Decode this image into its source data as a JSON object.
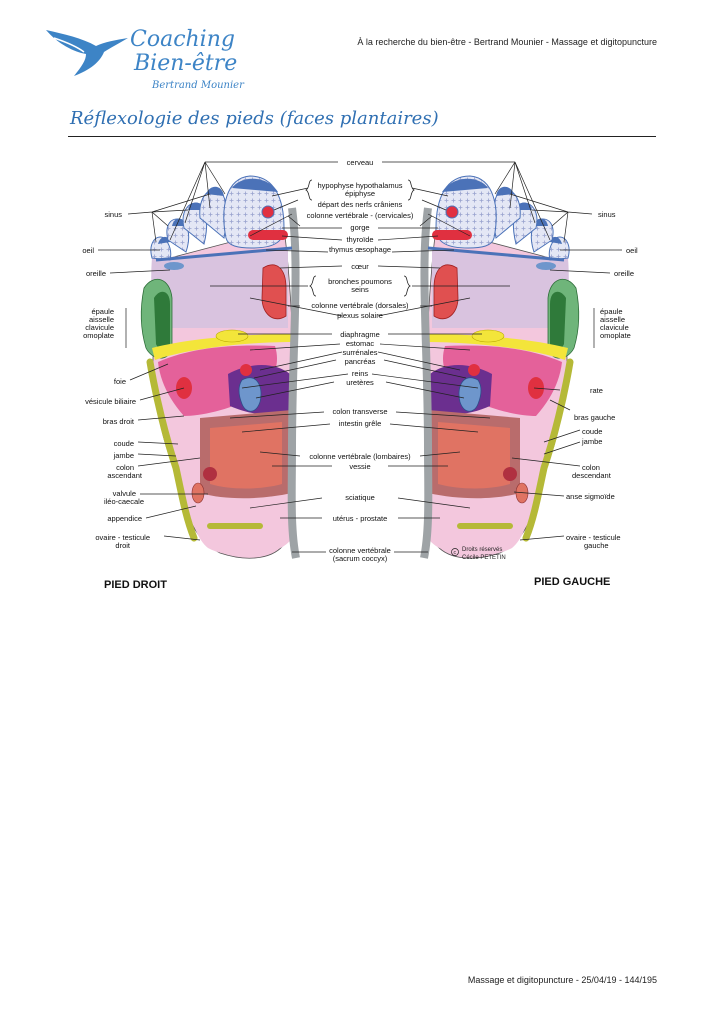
{
  "header": {
    "logo_line1": "Coaching",
    "logo_line2": "Bien-être",
    "logo_sub": "Bertrand Mounier",
    "running_head": "À la recherche du bien-être - Bertrand Mounier - Massage et digitopuncture"
  },
  "page_title": "Réflexologie des pieds (faces plantaires)",
  "diagram": {
    "center_labels": {
      "cerveau": "cerveau",
      "hypophyse": "hypophyse hypothalamus",
      "epiphyse": "épiphyse",
      "nerfs": "départ des nerfs crâniens",
      "cervicales": "colonne vertébrale - (cervicales)",
      "gorge": "gorge",
      "thyroide": "thyroïde",
      "thymus": "thymus œsophage",
      "coeur": "cœur",
      "bronches": "bronches poumons",
      "seins": "seins",
      "dorsales": "colonne vertébrale (dorsales)",
      "plexus": "plexus solaire",
      "diaphragme": "diaphragme",
      "estomac": "estomac",
      "surrenales": "surrénales",
      "pancreas": "pancréas",
      "reins": "reins",
      "ureteres": "uretères",
      "colon_transverse": "colon transverse",
      "intestin": "intestin grêle",
      "lombaires": "colonne vertébrale (lombaires)",
      "vessie": "vessie",
      "sciatique": "sciatique",
      "uterus": "utérus - prostate",
      "sacrum1": "colonne vertébrale",
      "sacrum2": "(sacrum coccyx)"
    },
    "left_labels": {
      "sinus": "sinus",
      "oeil": "oeil",
      "oreille": "oreille",
      "epaule1": "épaule",
      "epaule2": "aisselle",
      "epaule3": "clavicule",
      "epaule4": "omoplate",
      "foie": "foie",
      "vesicule": "vésicule biliaire",
      "bras": "bras droit",
      "coude": "coude",
      "jambe": "jambe",
      "colon1": "colon",
      "colon2": "ascendant",
      "valvule1": "valvule",
      "valvule2": "iléo-caecale",
      "appendice": "appendice",
      "ovaire1": "ovaire - testicule",
      "ovaire2": "droit"
    },
    "right_labels": {
      "sinus": "sinus",
      "oeil": "oeil",
      "oreille": "oreille",
      "epaule1": "épaule",
      "epaule2": "aisselle",
      "epaule3": "clavicule",
      "epaule4": "omoplate",
      "rate": "rate",
      "bras": "bras gauche",
      "coude": "coude",
      "jambe": "jambe",
      "colon1": "colon",
      "colon2": "descendant",
      "anse": "anse sigmoïde",
      "ovaire1": "ovaire - testicule",
      "ovaire2": "gauche"
    },
    "copyright1": "Droits réservés",
    "copyright2": "Cécile PETETIN",
    "foot_left": "PIED DROIT",
    "foot_right": "PIED GAUCHE",
    "colors": {
      "toe_blue": "#4b72b8",
      "toe_dots": "#e4e7f5",
      "lung_lavender": "#d9c3df",
      "heart_red": "#e05050",
      "liver_pink": "#e4619a",
      "kidney_blue": "#6e96cc",
      "spleen_purple": "#6b2f8f",
      "intestine_salmon": "#e07363",
      "colon_brown": "#b96c6c",
      "heel_pink": "#f3c7dd",
      "shoulder_green": "#6fb57a",
      "edge_olive": "#b5b937",
      "diaphragm_yellow": "#f3e53a",
      "spine_grey": "#9ea3a6"
    }
  },
  "footer": "Massage et digitopuncture - 25/04/19 - 144/195"
}
